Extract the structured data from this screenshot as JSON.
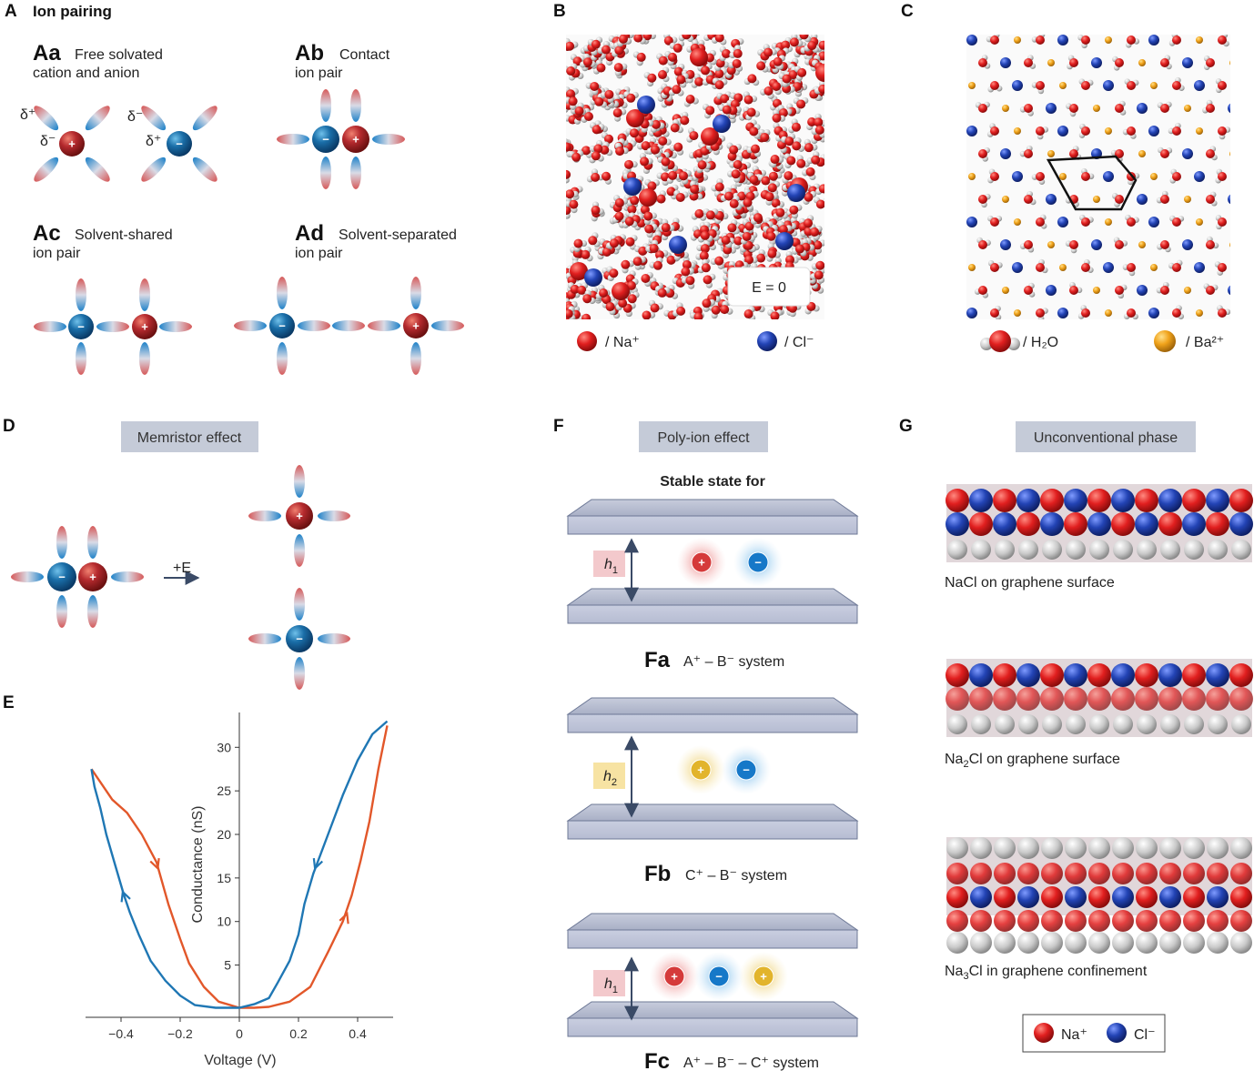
{
  "panelA": {
    "label": "A",
    "title": "Ion pairing",
    "aa": {
      "label": "Aa",
      "line1": "Free solvated",
      "line2": "cation and anion"
    },
    "ab": {
      "label": "Ab",
      "line1": "Contact",
      "line2": "ion pair"
    },
    "ac": {
      "label": "Ac",
      "line1": "Solvent-shared",
      "line2": "ion pair"
    },
    "ad": {
      "label": "Ad",
      "line1": "Solvent-separated",
      "line2": "ion pair"
    },
    "delta_plus": "δ⁺",
    "delta_minus": "δ⁻"
  },
  "panelB": {
    "label": "B",
    "field": "E = 0",
    "legend": [
      {
        "text": "/ Na⁺",
        "color": "#d62a1e"
      },
      {
        "text": "/ Cl⁻",
        "color": "#1f3f99"
      }
    ]
  },
  "panelC": {
    "label": "C",
    "legend": [
      {
        "text": "/ H₂O"
      },
      {
        "text": "/ Ba²⁺",
        "color": "#f0a21a"
      }
    ]
  },
  "panelD": {
    "label": "D",
    "title": "Memristor effect",
    "arrow": "+E"
  },
  "panelE": {
    "label": "E"
  },
  "panelF": {
    "label": "F",
    "title": "Poly-ion effect",
    "subtitle": "Stable state for",
    "fa": {
      "label": "Fa",
      "text": "A⁺ – B⁻ system",
      "gap": "h",
      "gap_sub": "1"
    },
    "fb": {
      "label": "Fb",
      "text": "C⁺ – B⁻ system",
      "gap": "h",
      "gap_sub": "2"
    },
    "fc": {
      "label": "Fc",
      "text": "A⁺ – B⁻ – C⁺ system",
      "gap": "h",
      "gap_sub": "1"
    }
  },
  "panelG": {
    "label": "G",
    "title": "Unconventional phase",
    "s1": "NaCl on graphene surface",
    "s2a": "Na",
    "s2b": "2",
    "s2c": "Cl on graphene surface",
    "s3a": "Na",
    "s3b": "3",
    "s3c": "Cl in graphene confinement",
    "legend": [
      {
        "text": "Na⁺",
        "color": "#e11f1f"
      },
      {
        "text": "Cl⁻",
        "color": "#1f3fb0"
      }
    ]
  },
  "signs": {
    "plus": "+",
    "minus": "−"
  },
  "chart_data": {
    "type": "line",
    "xlabel": "Voltage (V)",
    "ylabel": "Conductance (nS)",
    "xlim": [
      -0.52,
      0.52
    ],
    "ylim": [
      -1,
      34
    ],
    "xticks": [
      -0.4,
      -0.2,
      0,
      0.2,
      0.4
    ],
    "yticks": [
      5,
      10,
      15,
      20,
      25,
      30
    ],
    "xtick_labels": [
      "−0.4",
      "−0.2",
      "0",
      "0.2",
      "0.4"
    ],
    "ytick_labels": [
      "5",
      "10",
      "15",
      "20",
      "25",
      "30"
    ],
    "series": [
      {
        "color": "#e2572a",
        "x": [
          -0.5,
          -0.47,
          -0.43,
          -0.38,
          -0.33,
          -0.28,
          -0.24,
          -0.2,
          -0.17,
          -0.12,
          -0.07,
          0,
          0.05,
          0.1,
          0.17,
          0.24,
          0.3,
          0.35,
          0.38,
          0.41,
          0.44,
          0.47,
          0.5
        ],
        "y": [
          27.5,
          26,
          24,
          22.5,
          20,
          16.8,
          12,
          8,
          5.2,
          2.5,
          0.8,
          0.1,
          0.1,
          0.2,
          0.8,
          2.5,
          6.5,
          10,
          13,
          17,
          21.5,
          27.5,
          32.5
        ]
      },
      {
        "color": "#1f77b4",
        "x": [
          -0.5,
          -0.49,
          -0.47,
          -0.45,
          -0.42,
          -0.39,
          -0.37,
          -0.34,
          -0.3,
          -0.25,
          -0.2,
          -0.15,
          -0.08,
          0,
          0.05,
          0.1,
          0.13,
          0.17,
          0.2,
          0.22,
          0.25,
          0.3,
          0.35,
          0.4,
          0.45,
          0.5
        ],
        "y": [
          27.5,
          25.5,
          23,
          20,
          16.5,
          13,
          11,
          8.5,
          5.5,
          3.2,
          1.5,
          0.4,
          0.1,
          0.1,
          0.5,
          1.2,
          3,
          5.5,
          8.5,
          12,
          15.5,
          20,
          24.5,
          28.5,
          31.5,
          33
        ]
      }
    ]
  }
}
